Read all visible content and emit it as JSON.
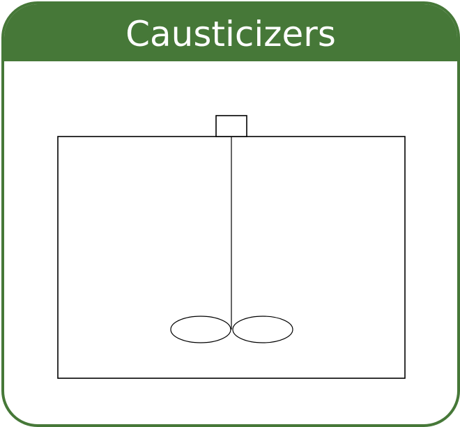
{
  "title": "Causticizers",
  "colors": {
    "accent": "#467838",
    "background": "#ffffff",
    "stroke": "#000000"
  },
  "diagram": {
    "components": [
      "tank",
      "agitator-motor",
      "agitator-shaft",
      "impeller-blade-left",
      "impeller-blade-right"
    ]
  }
}
